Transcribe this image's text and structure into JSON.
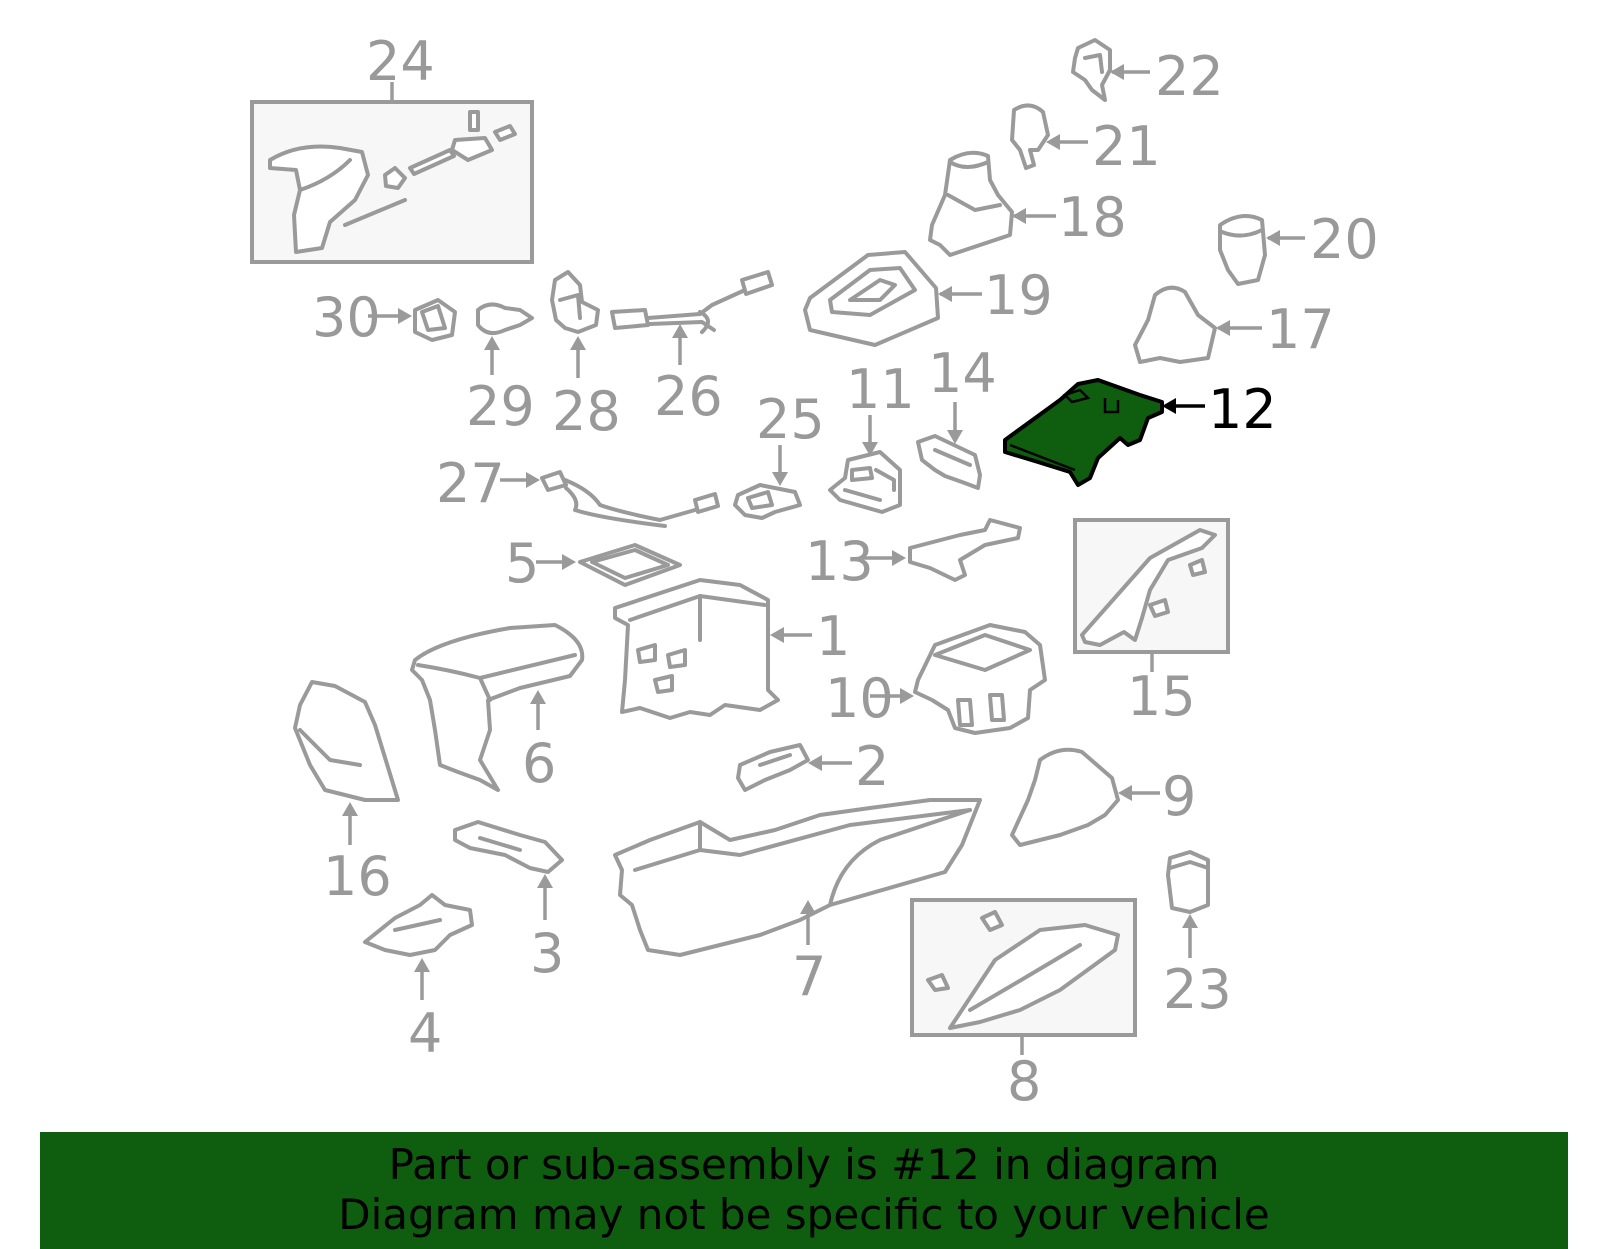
{
  "colors": {
    "highlight": "#0f5e0f",
    "line": "#9a9a9a",
    "label": "#999999",
    "highlight_label": "#000000"
  },
  "callouts": {
    "c1": "1",
    "c2": "2",
    "c3": "3",
    "c4": "4",
    "c5": "5",
    "c6": "6",
    "c7": "7",
    "c8": "8",
    "c9": "9",
    "c10": "10",
    "c11": "11",
    "c12": "12",
    "c13": "13",
    "c14": "14",
    "c15": "15",
    "c16": "16",
    "c17": "17",
    "c18": "18",
    "c19": "19",
    "c20": "20",
    "c21": "21",
    "c22": "22",
    "c23": "23",
    "c24": "24",
    "c25": "25",
    "c26": "26",
    "c27": "27",
    "c28": "28",
    "c29": "29",
    "c30": "30"
  },
  "highlighted_part": "12",
  "banner": {
    "line1": "Part or sub-assembly is #12 in diagram",
    "line2": "Diagram may not be specific to your vehicle"
  }
}
